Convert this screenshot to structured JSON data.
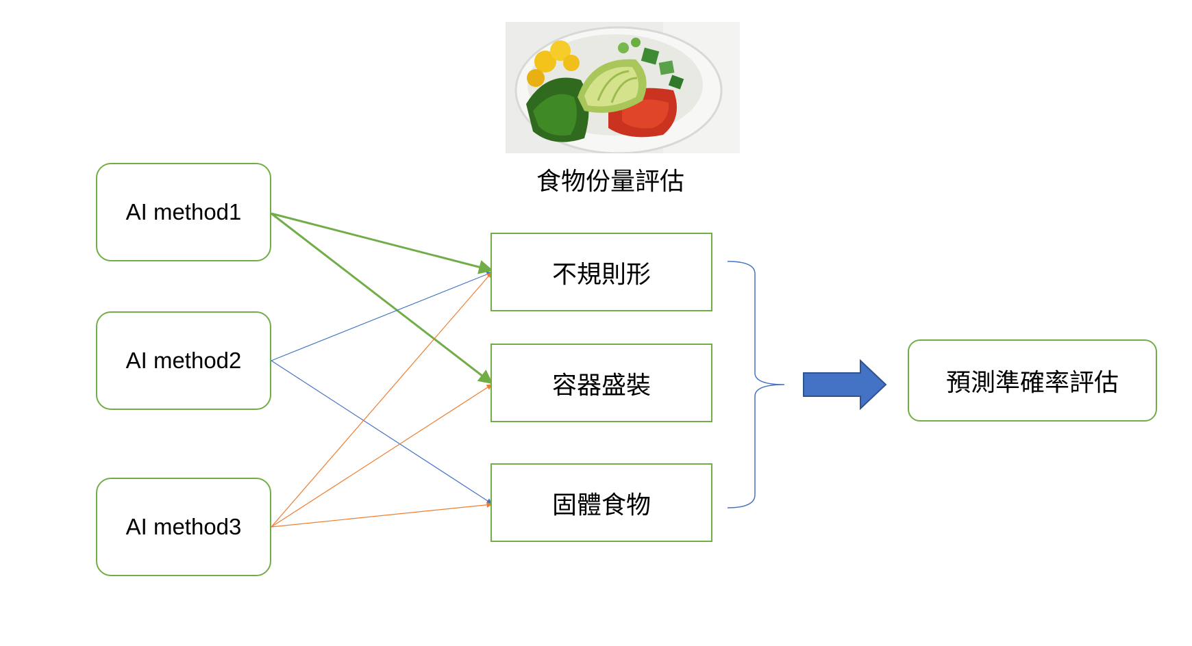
{
  "food_photo": {
    "caption": "食物份量評估",
    "depiction": "bowl-with-avocado-seaweed-tuna-cucumber"
  },
  "methods": [
    {
      "id": "m1",
      "label": "AI method1"
    },
    {
      "id": "m2",
      "label": "AI method2"
    },
    {
      "id": "m3",
      "label": "AI method3"
    }
  ],
  "categories": [
    {
      "id": "c1",
      "label": "不規則形"
    },
    {
      "id": "c2",
      "label": "容器盛裝"
    },
    {
      "id": "c3",
      "label": "固體食物"
    }
  ],
  "result": {
    "label": "預測準確率評估"
  },
  "links": [
    {
      "from": "m1",
      "to": "c1",
      "color": "#70ad47"
    },
    {
      "from": "m1",
      "to": "c2",
      "color": "#70ad47"
    },
    {
      "from": "m2",
      "to": "c1",
      "color": "#4472c4"
    },
    {
      "from": "m2",
      "to": "c3",
      "color": "#4472c4"
    },
    {
      "from": "m3",
      "to": "c1",
      "color": "#ed7d31"
    },
    {
      "from": "m3",
      "to": "c2",
      "color": "#ed7d31"
    },
    {
      "from": "m3",
      "to": "c3",
      "color": "#ed7d31"
    }
  ],
  "colors": {
    "box_border": "#70ad47",
    "bracket": "#4472c4",
    "block_arrow_fill": "#4472c4",
    "block_arrow_stroke": "#2f528f"
  }
}
